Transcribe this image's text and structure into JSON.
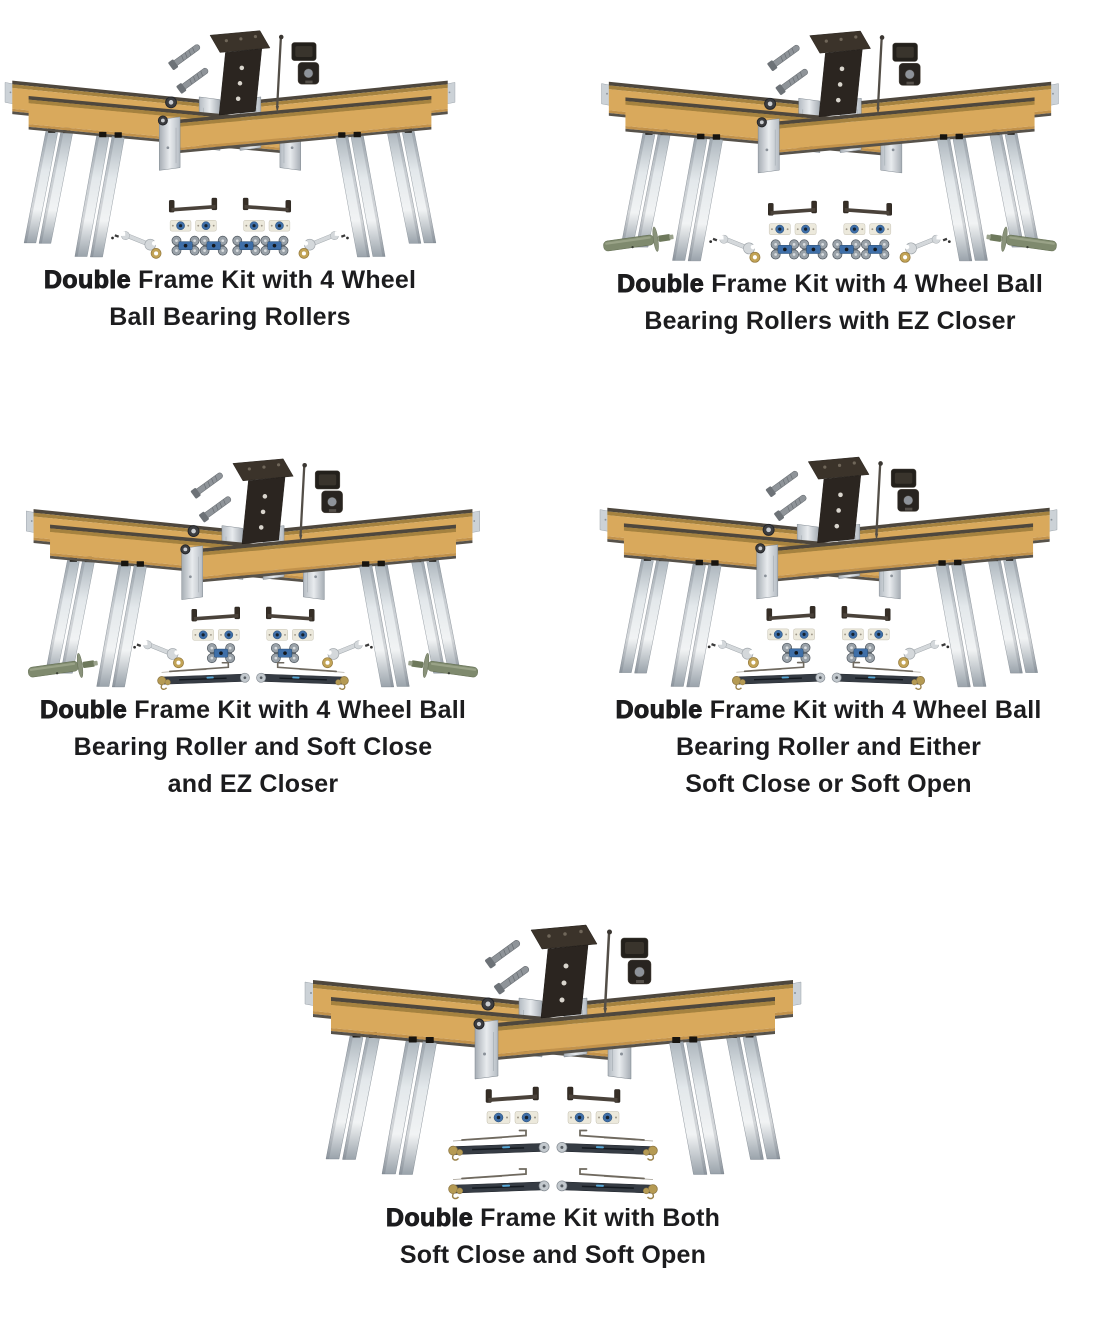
{
  "page": {
    "background": "#ffffff",
    "text_color": "#1c1c1e"
  },
  "products": [
    {
      "id": "double-frame-kit-rollers",
      "caption": {
        "bold": "Double",
        "line1": " Frame Kit with 4 Wheel",
        "line2": "Ball Bearing Rollers"
      },
      "features": {
        "trolleys": 2,
        "ez_closer": false,
        "damper_sets": 0
      }
    },
    {
      "id": "double-frame-kit-rollers-ez-closer",
      "caption": {
        "bold": "Double",
        "line1": " Frame Kit with 4 Wheel Ball",
        "line2": "Bearing Rollers with EZ Closer"
      },
      "features": {
        "trolleys": 2,
        "ez_closer": true,
        "damper_sets": 0
      }
    },
    {
      "id": "double-frame-kit-roller-soft-close-ez-closer",
      "caption": {
        "bold": "Double",
        "line1": " Frame Kit with 4 Wheel Ball",
        "line2": "Bearing Roller and Soft Close",
        "line3": "and EZ Closer"
      },
      "features": {
        "trolleys": 1,
        "ez_closer": true,
        "damper_sets": 1
      }
    },
    {
      "id": "double-frame-kit-roller-soft-close-or-soft-open",
      "caption": {
        "bold": "Double",
        "line1": " Frame Kit with 4 Wheel Ball",
        "line2": "Bearing Roller and Either",
        "line3": "Soft Close or Soft Open"
      },
      "features": {
        "trolleys": 1,
        "ez_closer": false,
        "damper_sets": 1
      }
    },
    {
      "id": "double-frame-kit-both-soft-close-soft-open",
      "caption": {
        "bold": "Double",
        "line1": " Frame Kit with Both",
        "line2": "Soft Close and Soft Open"
      },
      "features": {
        "trolleys": 0,
        "ez_closer": false,
        "damper_sets": 2
      }
    }
  ],
  "illustration": {
    "parts": [
      "wood-header-beam",
      "steel-split-studs",
      "track-bracket",
      "screws",
      "hex-nuts",
      "door-guide-bracket",
      "roller-plates",
      "wrench",
      "washer",
      "four-wheel-trolley",
      "soft-close-damper",
      "hook-rod",
      "ez-closer-piston"
    ],
    "colors": {
      "wood_face": "#d9a95c",
      "wood_top": "#a5823f",
      "wood_shade": "#c2924b",
      "track_dark": "#4e473d",
      "rail": "#57524a",
      "steel_edge": "#79828a",
      "bracket_dark": "#362e26",
      "roller_blue": "#3f6fa8",
      "plate_ivory": "#ece9dc",
      "washer_gold": "#c2a355",
      "damper_body": "#363c44",
      "damper_gold": "#b59a53",
      "ez_green": "#7f8a6e",
      "wrench_silver": "#d4d8db"
    }
  }
}
